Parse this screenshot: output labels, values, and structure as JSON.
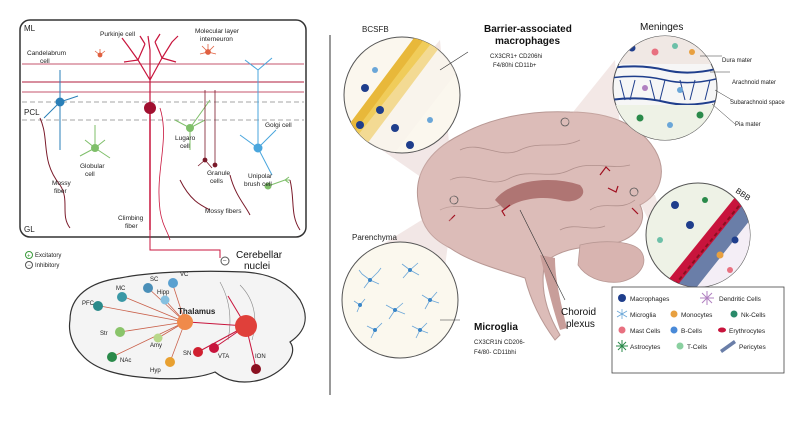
{
  "cerebellum": {
    "layers": {
      "ml": "ML",
      "pcl": "PCL",
      "gl": "GL"
    },
    "cells": {
      "purkinje": "Purkinje cell",
      "molecular_interneuron_1": "Molecular layer",
      "molecular_interneuron_2": "interneuron",
      "candelabrum_1": "Candelabrum",
      "candelabrum_2": "cell",
      "globular_1": "Globular",
      "globular_2": "cell",
      "lugaro_1": "Lugaro",
      "lugaro_2": "cell",
      "golgi": "Golgi cell",
      "granule_1": "Granule",
      "granule_2": "cells",
      "unipolar_1": "Unipolar",
      "unipolar_2": "brush cell",
      "mossy_fiber_1": "Mossy",
      "mossy_fiber_2": "fiber",
      "mossy_fibers": "Mossy fibers",
      "climbing_1": "Climbing",
      "climbing_2": "fiber"
    },
    "legend": {
      "excitatory": "Excitatory",
      "inhibitory": "Inhibitory"
    },
    "nuclei_1": "Cerebellar",
    "nuclei_2": "nuclei"
  },
  "mouse_brain": {
    "regions": [
      "PFC",
      "MC",
      "SC",
      "VC",
      "Hipp",
      "Thalamus",
      "Str",
      "Amy",
      "NAc",
      "Hyp",
      "SN",
      "VTA",
      "ION"
    ]
  },
  "macrophages": {
    "bcsfb": "BCSFB",
    "bam_title_1": "Barrier-associated",
    "bam_title_2": "macrophages",
    "bam_markers_1": "CX3CR1+ CD206hi",
    "bam_markers_2": "F4/80hi CD11b+",
    "meninges": "Meninges",
    "meninges_layers": [
      "Dura mater",
      "Arachnoid mater",
      "Subarachnoid space",
      "Pia mater"
    ],
    "bbb": "BBB",
    "parenchyma": "Parenchyma",
    "microglia_title": "Microglia",
    "microglia_markers_1": "CX3CR1hi CD206-",
    "microglia_markers_2": "F4/80- CD11bhi",
    "choroid_1": "Choroid",
    "choroid_2": "plexus"
  },
  "cell_legend": [
    "Macrophages",
    "Dendritic Cells",
    "Microglia",
    "Monocytes",
    "Nk-Cells",
    "Mast Cells",
    "B-Cells",
    "Erythrocytes",
    "Astrocytes",
    "T-Cells",
    "Pericytes"
  ],
  "colors": {
    "excitatory": "#3a9a3a",
    "inhibitory": "#c8143c",
    "macrophage": "#1f3e8c",
    "microglia": "#6aa6d8",
    "brain": "#d9b8b4"
  }
}
